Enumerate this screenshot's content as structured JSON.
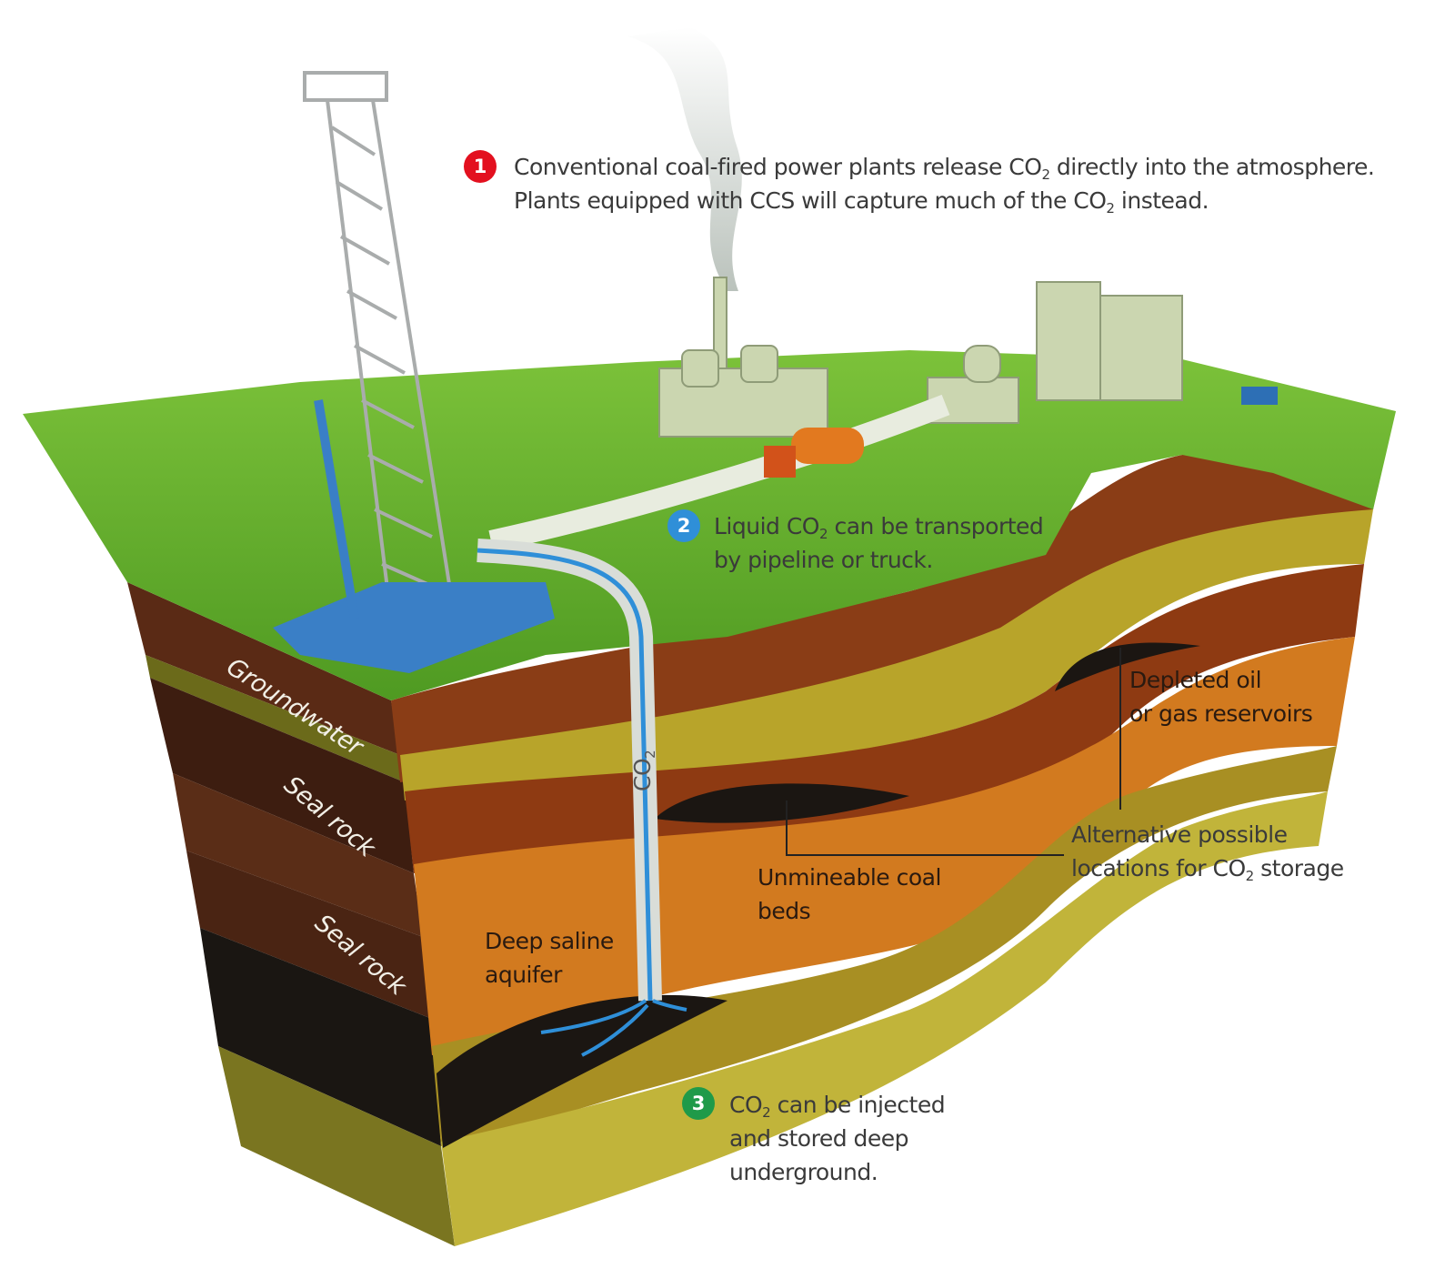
{
  "callouts": [
    {
      "number": "1",
      "color": "#e3101f",
      "line1_pre": "Conventional coal-fired power plants release CO",
      "line1_sub": "2",
      "line1_post": " directly into the atmosphere.",
      "line2_pre": "Plants equipped with CCS will capture much of the CO",
      "line2_sub": "2",
      "line2_post": " instead."
    },
    {
      "number": "2",
      "color": "#2f8fd8",
      "line1_pre": "Liquid CO",
      "line1_sub": "2",
      "line1_post": " can be transported",
      "line2": "by pipeline or truck."
    },
    {
      "number": "3",
      "color": "#1f9a49",
      "line1_pre": "CO",
      "line1_sub": "2",
      "line1_post": " can be injected",
      "line2": "and stored deep",
      "line3": "underground."
    }
  ],
  "layers": {
    "groundwater": "Groundwater",
    "seal_rock_1": "Seal rock",
    "seal_rock_2": "Seal rock"
  },
  "labels": {
    "aquifer_1": "Deep saline",
    "aquifer_2": "aquifer",
    "coal_1": "Unmineable coal",
    "coal_2": "beds",
    "alt_1": "Alternative possible",
    "alt_2_pre": "locations for CO",
    "alt_2_sub": "2",
    "alt_2_post": " storage",
    "depleted_1": "Depleted oil",
    "depleted_2": "or gas reservoirs",
    "pipe_pre": "CO",
    "pipe_sub": "2"
  }
}
